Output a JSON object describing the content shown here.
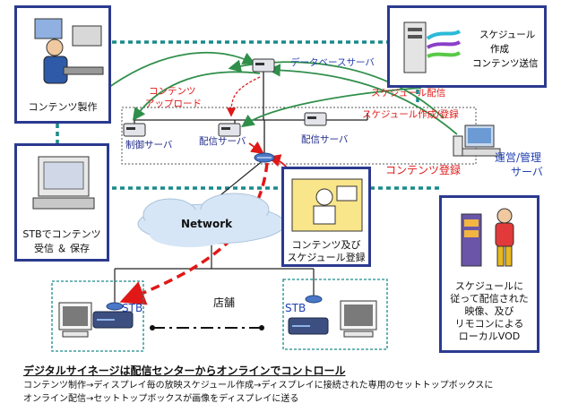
{
  "boxes": {
    "content_production": "コンテンツ製作",
    "schedule_box": [
      "スケジュール",
      "作成",
      "コンテンツ送信"
    ],
    "stb_receive": [
      "STBでコンテンツ",
      "受信 ＆ 保存"
    ],
    "content_schedule_reg": [
      "コンテンツ及び",
      "スケジュール登録"
    ],
    "local_vod": [
      "スケジュールに",
      "従って配信された",
      "映像、及び",
      "リモコンによる",
      "ローカルVOD"
    ]
  },
  "servers": {
    "database": "データベースサーバ",
    "control": "制御サーバ",
    "delivery1": "配信サーバ",
    "delivery2": "配信サーバ",
    "ops": [
      "運営/管理",
      "サーバ"
    ]
  },
  "flows": {
    "content_upload": [
      "コンテンツ",
      "アップロード"
    ],
    "schedule_delivery": "スケジュール配信",
    "schedule_creation": "スケジュール作成/登録",
    "content_registration": "コンテンツ登録"
  },
  "network": {
    "cloud": "Network",
    "store": "店舗",
    "stb_left": "STB",
    "stb_right": "STB"
  },
  "caption": {
    "title": "デジタルサイネージは配信センターからオンラインでコントロール",
    "line1": "コンテンツ制作→ディスプレイ毎の放映スケジュール作成→ディスプレイに接続された専用のセットトップボックスに",
    "line2": "オンライン配信→セットトップボックスが画像をディスプレイに送る"
  },
  "colors": {
    "frame": "#2b3a8f",
    "teal_line": "#1a8a8a",
    "flow_green": "#2f8f4a",
    "flow_red": "#e01818",
    "label_blue": "#1f3fb0"
  }
}
